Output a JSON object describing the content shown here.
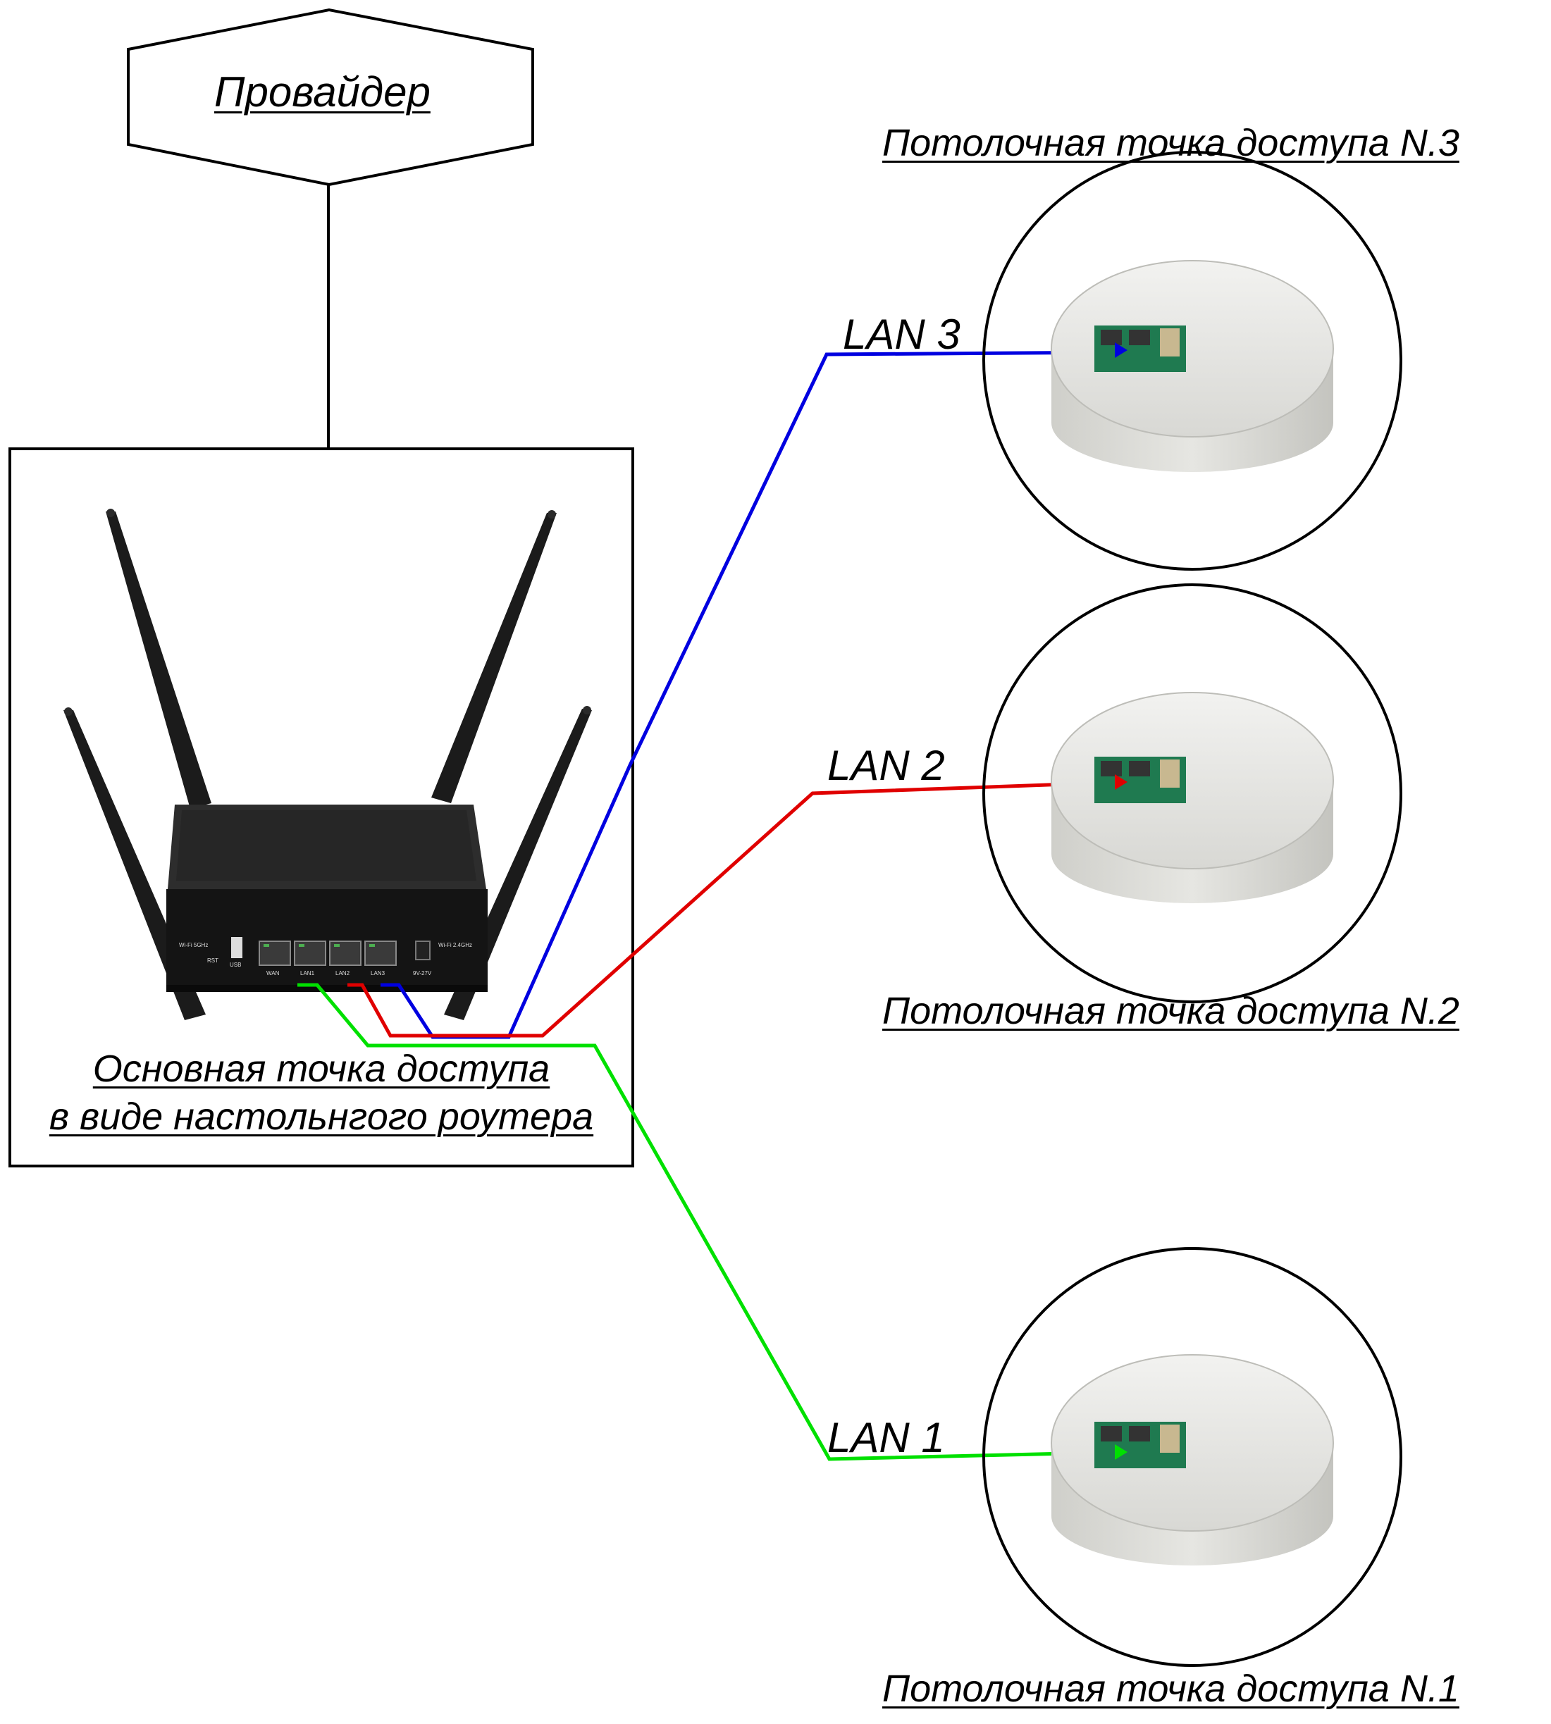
{
  "provider": {
    "label": "Провайдер"
  },
  "main_ap": {
    "label_line1": "Основная точка доступа",
    "label_line2": "в виде настольнгого роутера"
  },
  "router": {
    "port_labels": [
      "WAN",
      "LAN1",
      "LAN2",
      "LAN3"
    ],
    "usb_label": "USB",
    "rst_label": "RST",
    "wifi_5": "Wi-Fi 5GHz",
    "wifi_24": "Wi-Fi 2.4GHz",
    "power_label": "9V-27V"
  },
  "access_points": [
    {
      "title": "Потолочная точка доступа N.3",
      "link_label": "LAN 3",
      "cable_color": "#0000e0"
    },
    {
      "title": "Потолочная точка доступа N.2",
      "link_label": "LAN 2",
      "cable_color": "#e00000"
    },
    {
      "title": "Потолочная точка доступа N.1",
      "link_label": "LAN 1",
      "cable_color": "#00e000"
    }
  ]
}
